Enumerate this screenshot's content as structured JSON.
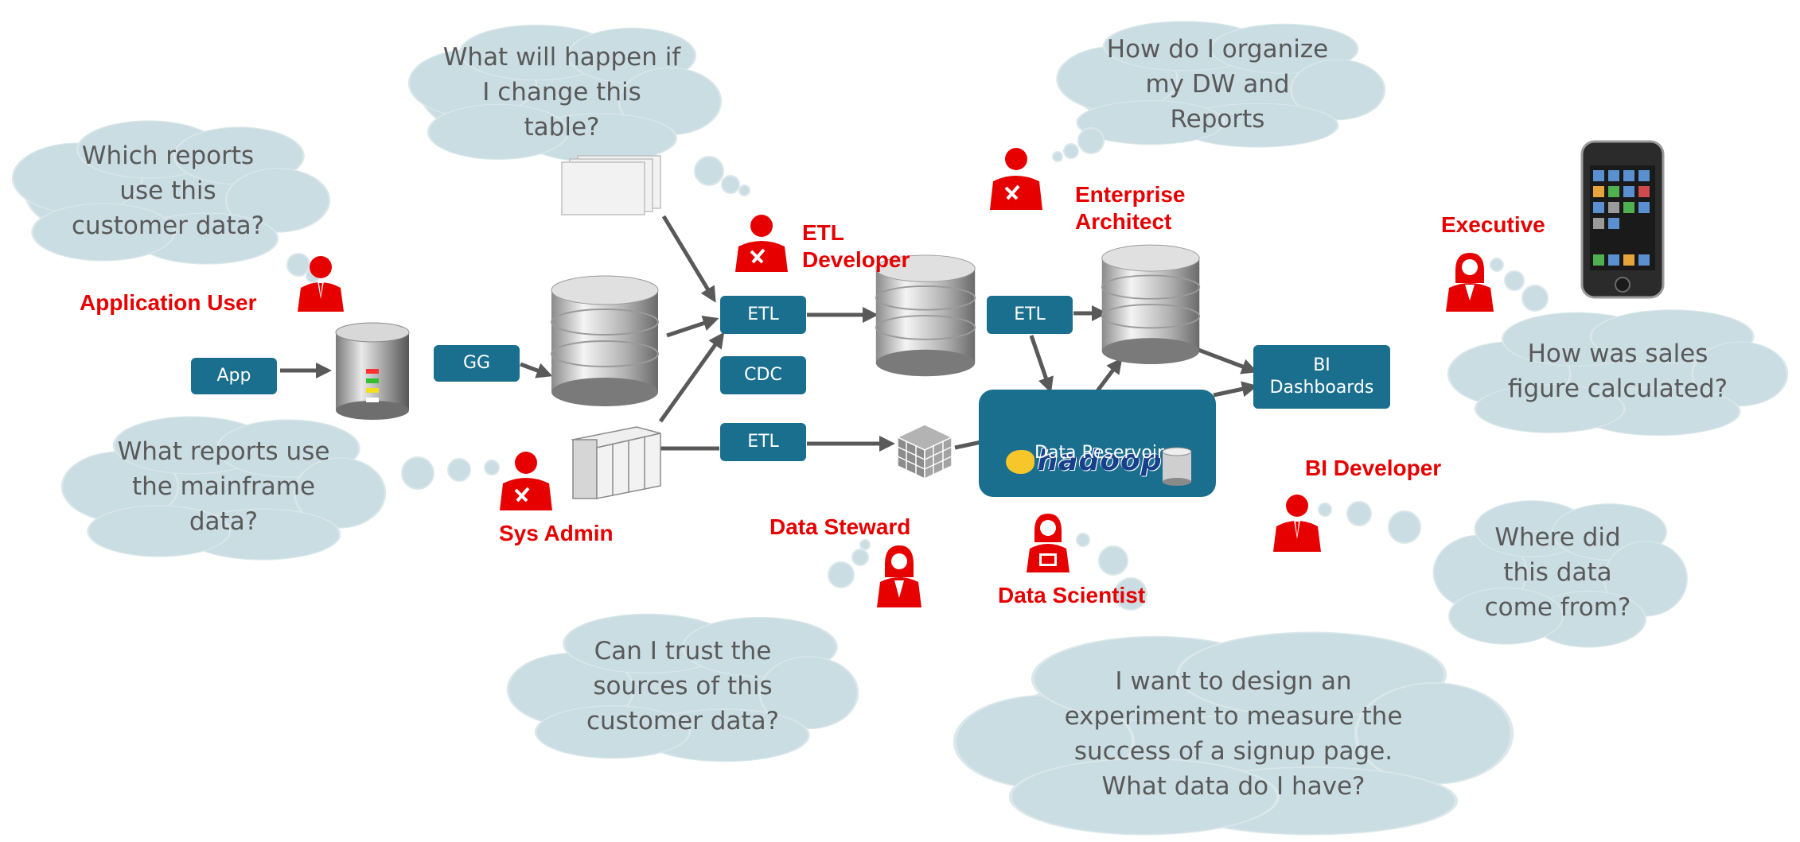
{
  "colors": {
    "accent": "#e60000",
    "box": "#1a6e8e",
    "cloud": "#c9dde3",
    "cloud_text": "#595959",
    "arrow": "#555555"
  },
  "clouds": {
    "reports": "Which reports\nuse this\ncustomer data?",
    "table": "What will happen if\nI change this\ntable?",
    "organize": "How do I organize\nmy DW and\nReports",
    "mainframe": "What reports use\nthe mainframe\ndata?",
    "trust": "Can I trust the\nsources of this\ncustomer data?",
    "experiment": "I want to design an\nexperiment to measure the\nsuccess of a signup page.\nWhat data do I have?",
    "sales": "How was sales\nfigure calculated?",
    "where": "Where did\nthis data\ncome from?"
  },
  "boxes": {
    "app": "App",
    "gg": "GG",
    "etl1": "ETL",
    "cdc": "CDC",
    "etl2": "ETL",
    "etl3": "ETL",
    "bi": "BI\nDashboards",
    "reservoir": "Data Reservoir",
    "hadoop_logo": "hadoop"
  },
  "roles": {
    "app_user": "Application User",
    "etl_dev": "ETL\nDeveloper",
    "ent_arch": "Enterprise\nArchitect",
    "executive": "Executive",
    "sys_admin": "Sys Admin",
    "data_steward": "Data Steward",
    "data_scientist": "Data Scientist",
    "bi_dev": "BI Developer"
  },
  "icons": {
    "person": "person-icon",
    "database": "database-icon",
    "mainframe": "mainframe-server-icon",
    "cube": "data-cube-icon",
    "phone": "smartphone-icon",
    "document": "document-stack-icon"
  }
}
